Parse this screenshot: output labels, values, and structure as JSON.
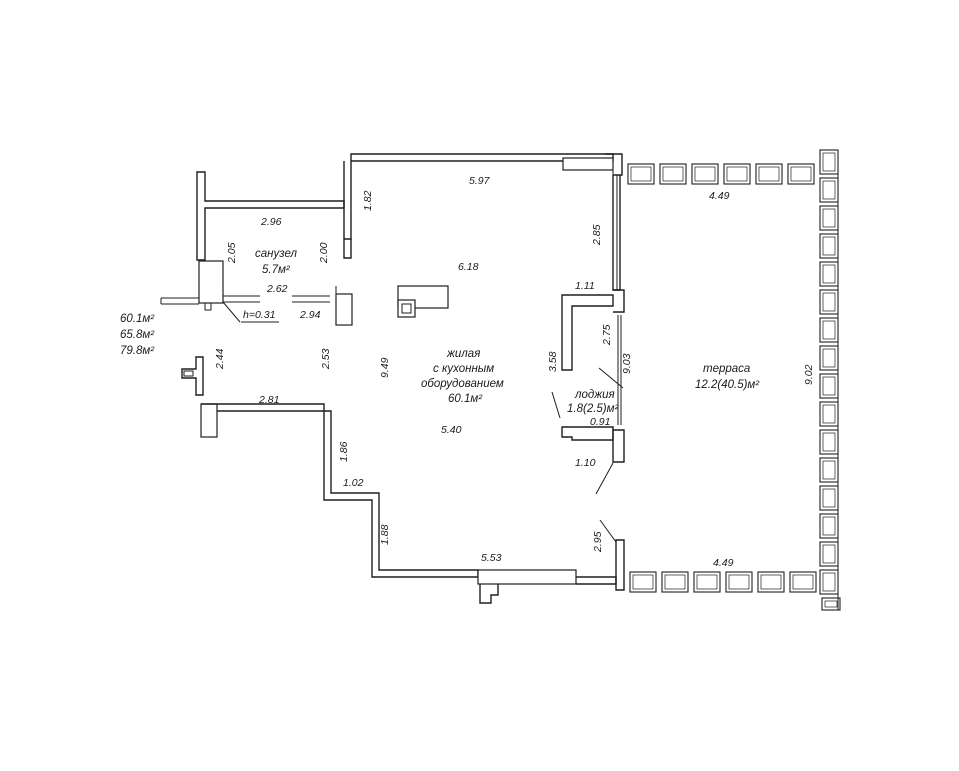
{
  "plan": {
    "dimensions": {
      "top_wall": "5.97",
      "bath_width": "2.96",
      "bath_depth_small": "1.82",
      "bath_depth_right": "2.00",
      "bath_depth_left": "2.05",
      "bath_inner": "2.62",
      "ceiling_step": "h=0.31",
      "corridor_width": "2.94",
      "left_wall": "2.44",
      "corridor_height": "2.53",
      "living_height": "9.49",
      "living_inner_width": "6.18",
      "living_lower_width": "5.40",
      "lower_left_wall": "2.81",
      "step_vertical_1": "1.86",
      "step_horizontal": "1.02",
      "step_vertical_2": "1.88",
      "bottom_wall": "5.53",
      "right_upper": "2.85",
      "loggia_top": "1.11",
      "loggia_side": "2.75",
      "loggia_height": "3.58",
      "living_right_height": "9.03",
      "loggia_width": "0.91",
      "loggia_bottom": "1.10",
      "right_lower": "2.95",
      "terrace_top": "4.49",
      "terrace_bottom": "4.49",
      "terrace_height": "9.02"
    },
    "rooms": {
      "bathroom_name": "санузел",
      "bathroom_area": "5.7м²",
      "living_line1": "жилая",
      "living_line2": "с кухонным",
      "living_line3": "оборудованием",
      "living_area": "60.1м²",
      "loggia_name": "лоджия",
      "loggia_area": "1.8(2.5)м²",
      "terrace_name": "терраса",
      "terrace_area": "12.2(40.5)м²"
    },
    "totals": {
      "living": "60.1м²",
      "total": "65.8м²",
      "with_terrace": "79.8м²"
    }
  }
}
